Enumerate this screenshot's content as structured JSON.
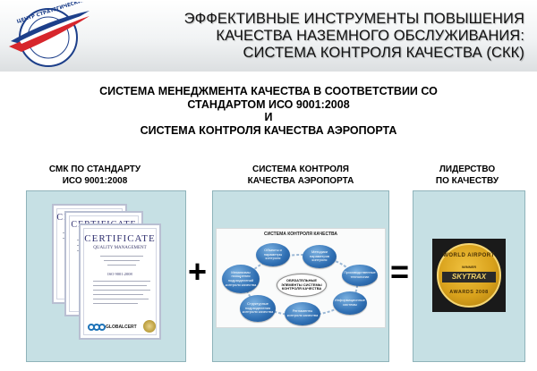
{
  "header": {
    "title_lines": [
      "ЭФФЕКТИВНЫЕ ИНСТРУМЕНТЫ ПОВЫШЕНИЯ",
      "КАЧЕСТВА НАЗЕМНОГО ОБСЛУЖИВАНИЯ:",
      "СИСТЕМА КОНТРОЛЯ КАЧЕСТВА (СКК)"
    ],
    "logo": {
      "icon": "airline-strategy-logo-icon",
      "ring_text": "ЦЕНТР СТРАТЕГИЧЕСКИХ ИССЛЕДОВАНИЙ В ГРАЖДАНСКОЙ АВИАЦИИ",
      "colors": [
        "#1d3f8a",
        "#d7262c",
        "#ffffff"
      ]
    }
  },
  "main_title": {
    "lines": [
      "СИСТЕМА МЕНЕДЖМЕНТА КАЧЕСТВА В СООТВЕТСТВИИ СО",
      "СТАНДАРТОМ ИСО 9001:2008",
      "И",
      "СИСТЕМА КОНТРОЛЯ КАЧЕСТВА АЭРОПОРТА"
    ]
  },
  "columns": {
    "smk": {
      "label_lines": [
        "СМК ПО СТАНДАРТУ",
        "ИСО 9001:2008"
      ]
    },
    "skk": {
      "label_lines": [
        "СИСТЕМА КОНТРОЛЯ",
        "КАЧЕСТВА АЭРОПОРТА"
      ]
    },
    "lead": {
      "label_lines": [
        "ЛИДЕРСТВО",
        "ПО КАЧЕСТВУ"
      ]
    }
  },
  "operators": {
    "plus": "+",
    "equals": "="
  },
  "certificates": {
    "title": "CERTIFICATE",
    "subtitle": "QUALITY MANAGEMENT",
    "back_title": "CERTIFICATE",
    "issuer": "GLOBALCERT",
    "number": "ISO 9001:2008"
  },
  "diagram": {
    "title": "СИСТЕМА КОНТРОЛЯ КАЧЕСТВА",
    "center": "ОБЯЗАТЕЛЬНЫЕ ЭЛЕМЕНТЫ СИСТЕМЫ КОНТРОЛЯ КАЧЕСТВА",
    "bubbles": [
      "Объекты и параметры контроля",
      "Методики параметров контроля",
      "Производственные технологии",
      "Информационные системы",
      "Регламенты контроля качества",
      "Структурные подразделения контроля качества",
      "Механизмы поощрения подразделений контроля качества"
    ]
  },
  "award": {
    "top": "WORLD AIRPORT",
    "middle_small": "WINNER",
    "brand": "SKYTRAX",
    "bottom": "AWARDS 2008"
  },
  "colors": {
    "panel": "#c6e0e4",
    "panel_border": "#8fb3ba",
    "bubble": "#2f6fb3",
    "award_gold": "#d9a21c"
  }
}
